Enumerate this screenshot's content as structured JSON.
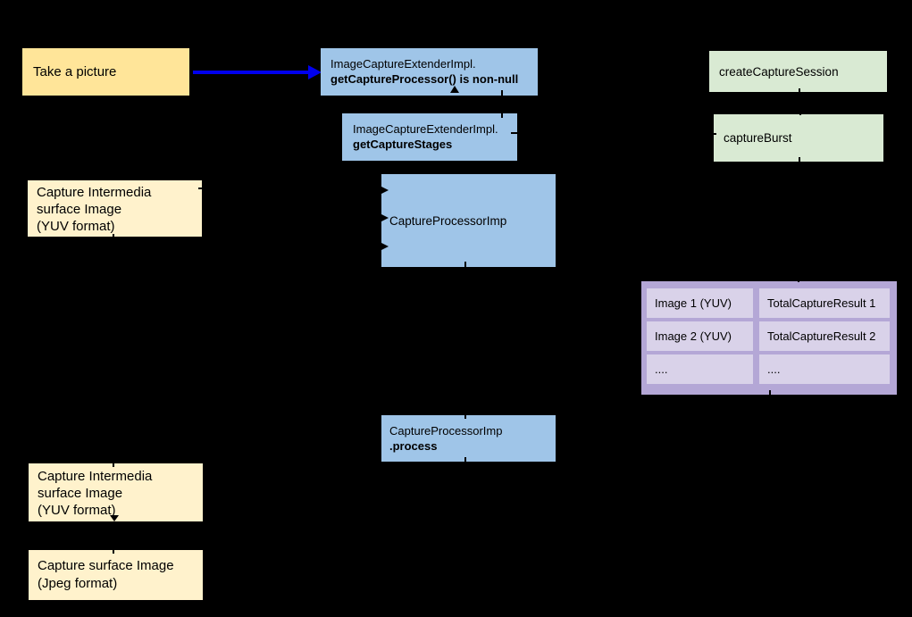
{
  "colors": {
    "background": "#000000",
    "yellow": "#ffe599",
    "cream": "#fff2cc",
    "blue": "#9fc5e8",
    "green": "#d9ead3",
    "purple_frame": "#b4a7d6",
    "purple_cell": "#d9d2e9",
    "arrow": "#0000ee",
    "text": "#000000"
  },
  "nodes": {
    "take_picture": {
      "label": "Take a picture"
    },
    "get_capture_processor": {
      "line1": "ImageCaptureExtenderImpl.",
      "line2_bold": "getCaptureProcessor() is non-null"
    },
    "get_capture_stages": {
      "line1": "ImageCaptureExtenderImpl.",
      "line2_bold": "getCaptureStages"
    },
    "capture_intermedia_top": {
      "line1": "Capture Intermedia",
      "line2": "surface Image",
      "line3": "(YUV format)"
    },
    "capture_processor_imp": {
      "label": "CaptureProcessorImp"
    },
    "create_capture_session": {
      "label": "createCaptureSession"
    },
    "capture_burst": {
      "label": "captureBurst"
    },
    "capture_processor_process": {
      "line1": "CaptureProcessorImp",
      "line2_bold": ".process"
    },
    "capture_intermedia_bottom": {
      "line1": "Capture Intermedia",
      "line2": "surface Image",
      "line3": "(YUV format)"
    },
    "capture_surface_jpeg": {
      "line1": "Capture surface Image",
      "line2": "(Jpeg format)"
    }
  },
  "results_table": {
    "rows": [
      {
        "image": "Image 1 (YUV)",
        "result": "TotalCaptureResult 1"
      },
      {
        "image": "Image 2 (YUV)",
        "result": "TotalCaptureResult 2"
      },
      {
        "image": "....",
        "result": "...."
      }
    ]
  }
}
